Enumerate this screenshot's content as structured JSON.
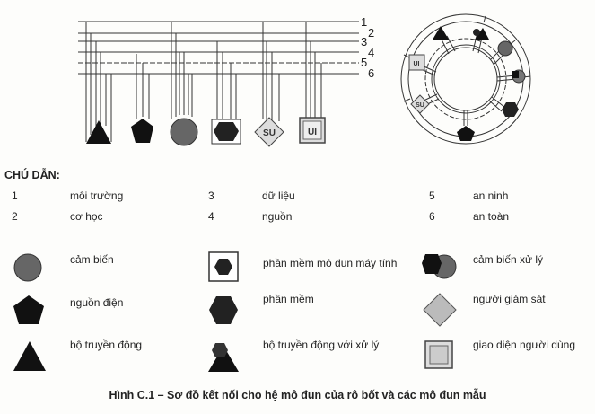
{
  "diagram": {
    "bus_labels": [
      "1",
      "2",
      "3",
      "4",
      "5",
      "6"
    ],
    "module_labels": {
      "su": "SU",
      "ui": "UI"
    }
  },
  "legend": {
    "title": "CHÚ DẪN:",
    "buses": [
      {
        "num": "1",
        "label": "môi trường"
      },
      {
        "num": "2",
        "label": "cơ học"
      },
      {
        "num": "3",
        "label": "dữ liệu"
      },
      {
        "num": "4",
        "label": "nguồn"
      },
      {
        "num": "5",
        "label": "an ninh"
      },
      {
        "num": "6",
        "label": "an toàn"
      }
    ],
    "symbols": [
      {
        "icon": "sensor-circle-icon",
        "label": "cảm biến"
      },
      {
        "icon": "computer-module-icon",
        "label": "phần mềm mô đun máy tính"
      },
      {
        "icon": "processing-sensor-icon",
        "label": "cảm biến xử lý"
      },
      {
        "icon": "power-pentagon-icon",
        "label": "nguồn điện"
      },
      {
        "icon": "software-hexagon-icon",
        "label": "phần mềm"
      },
      {
        "icon": "supervisor-diamond-icon",
        "label": "người giám sát"
      },
      {
        "icon": "actuator-triangle-icon",
        "label": "bộ truyền động"
      },
      {
        "icon": "actuator-processing-icon",
        "label": "bộ truyền động với xử lý"
      },
      {
        "icon": "user-interface-icon",
        "label": "giao diện người dùng"
      }
    ]
  },
  "caption": "Hình C.1 – Sơ đồ kết nối cho hệ mô đun của rô bốt và các mô đun mẫu"
}
